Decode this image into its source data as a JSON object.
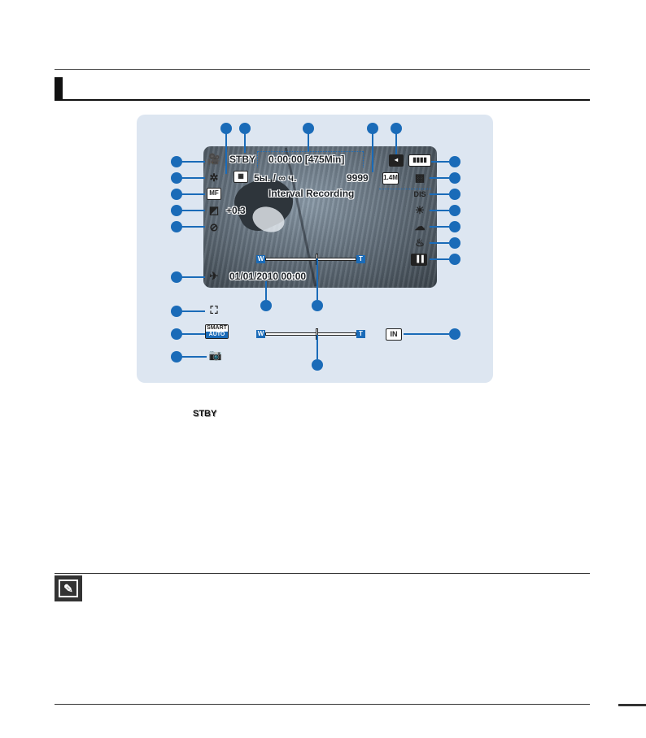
{
  "lcd": {
    "stby": "STBY",
    "time": "0:00:00 [475Min]",
    "interval_time": "5ы. / ∞ ч.",
    "photo_count": "9999",
    "interval_label": "Interval Recording",
    "exposure": "+0.3",
    "datetime": "01/01/2010 00:00",
    "photo_size": "1.4M"
  },
  "zoom": {
    "wide": "W",
    "tele": "T"
  },
  "icons": {
    "mf": "MF",
    "smart": "SMART",
    "auto": "AUTO",
    "in_memory": "IN",
    "dis": "DIS"
  },
  "caption": {
    "stby": "STBY"
  },
  "colors": {
    "accent": "#1a6bb8",
    "panel": "#dde6f1"
  }
}
